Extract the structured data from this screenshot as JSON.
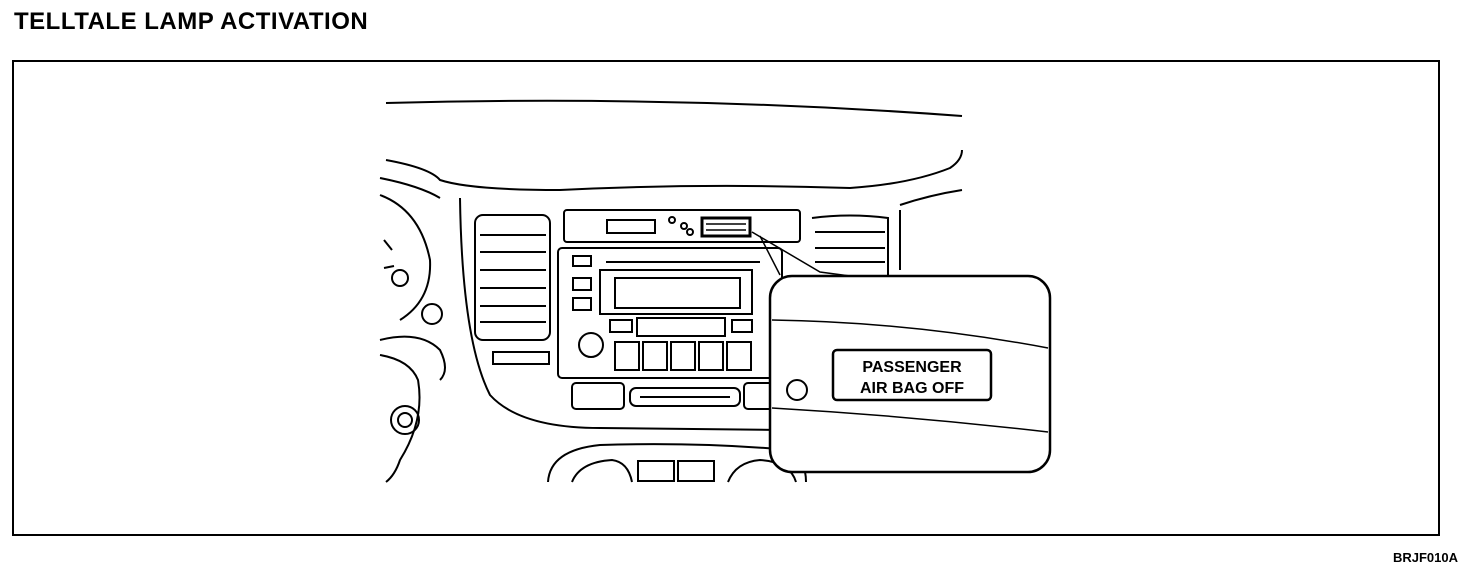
{
  "page": {
    "title": "TELLTALE LAMP ACTIVATION",
    "figure_code": "BRJF010A"
  },
  "callout": {
    "line1": "PASSENGER",
    "line2": "AIR BAG OFF"
  }
}
